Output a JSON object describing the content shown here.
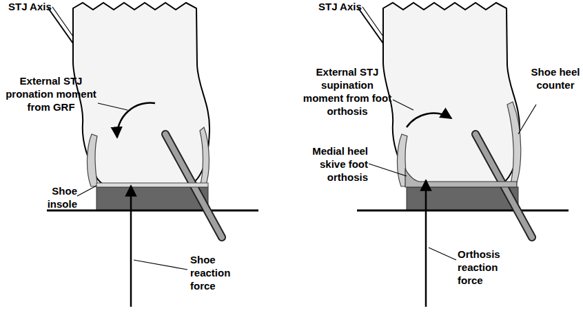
{
  "diagram": {
    "labels": [
      "STJ Axis",
      "External STJ pronation moment from GRF",
      "Shoe insole",
      "Shoe reaction force",
      "STJ Axis",
      "External STJ supination moment from foot orthosis",
      "Shoe heel counter",
      "Medial heel skive foot orthosis",
      "Orthosis reaction force"
    ]
  }
}
